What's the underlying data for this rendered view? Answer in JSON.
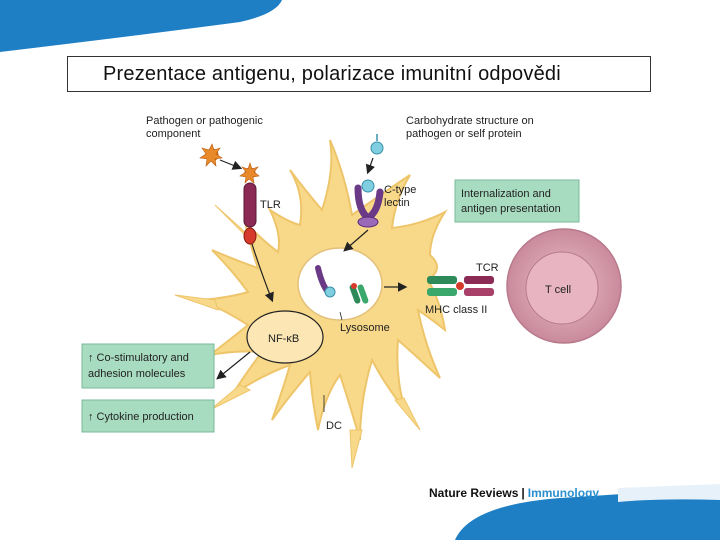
{
  "title": "Prezentace antigenu, polarizace imunitní odpovědi",
  "labels": {
    "pathogen_line1": "Pathogen or pathogenic",
    "pathogen_line2": "component",
    "carb_line1": "Carbohydrate structure on",
    "carb_line2": "pathogen or self protein",
    "tlr": "TLR",
    "ctype_line1": "C-type",
    "ctype_line2": "lectin",
    "internal_line1": "Internalization and",
    "internal_line2": "antigen presentation",
    "tcr": "TCR",
    "tcell": "T cell",
    "mhc": "MHC class II",
    "lysosome": "Lysosome",
    "nfkb": "NF-κB",
    "costim_line1": "↑ Co-stimulatory and",
    "costim_line2": "adhesion molecules",
    "cytokine": "↑ Cytokine production",
    "dc": "DC"
  },
  "footer": {
    "nature_reviews": "Nature Reviews",
    "separator": "|",
    "immunology": "Immunology"
  },
  "colors": {
    "dc_fill": "#f8d98a",
    "dc_edge": "#eec56a",
    "box_fill": "#a8dcc0",
    "tcell_fill": "#d9a9b6",
    "accent_blue": "#1f7fc4",
    "receptor_purple": "#6b3a86"
  }
}
